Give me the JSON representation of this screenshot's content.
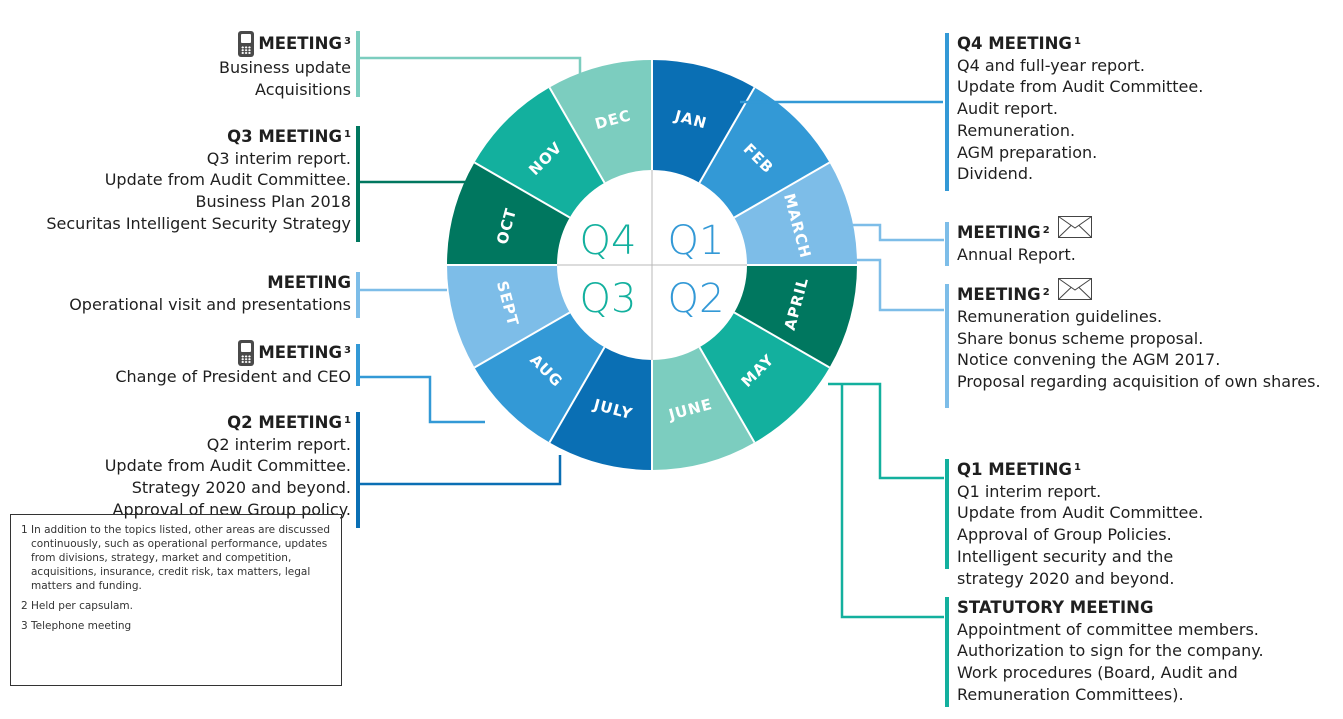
{
  "colors": {
    "dark_blue": "#0a6fb4",
    "mid_blue": "#3399d6",
    "light_blue": "#7dbde8",
    "dark_green": "#00775f",
    "teal": "#13b09e",
    "light_teal": "#7ccdbf"
  },
  "wheel": {
    "months": [
      "JAN",
      "FEB",
      "MARCH",
      "APRIL",
      "MAY",
      "JUNE",
      "JULY",
      "AUG",
      "SEPT",
      "OCT",
      "NOV",
      "DEC"
    ],
    "month_colors": [
      "#0a6fb4",
      "#3399d6",
      "#7dbde8",
      "#00775f",
      "#13b09e",
      "#7ccdbf",
      "#0a6fb4",
      "#3399d6",
      "#7dbde8",
      "#00775f",
      "#13b09e",
      "#7ccdbf"
    ],
    "quarters": [
      "Q1",
      "Q2",
      "Q3",
      "Q4"
    ]
  },
  "left_blocks": [
    {
      "title": "MEETING",
      "sup": "3",
      "icon": "phone-icon",
      "lines": [
        "Business update",
        "Acquisitions"
      ]
    },
    {
      "title": "Q3 MEETING",
      "sup": "1",
      "icon": "",
      "lines": [
        "Q3 interim report.",
        "Update from Audit Committee.",
        "Business Plan 2018",
        "Securitas Intelligent Security Strategy"
      ]
    },
    {
      "title": "MEETING",
      "sup": "",
      "icon": "",
      "lines": [
        "Operational visit and presentations"
      ]
    },
    {
      "title": "MEETING",
      "sup": "3",
      "icon": "phone-icon",
      "lines": [
        "Change of President and CEO"
      ]
    },
    {
      "title": "Q2 MEETING",
      "sup": "1",
      "icon": "",
      "lines": [
        "Q2 interim report.",
        "Update from Audit Committee.",
        "Strategy 2020 and beyond.",
        "Approval of new Group policy."
      ]
    }
  ],
  "right_blocks": [
    {
      "title": "Q4 MEETING",
      "sup": "1",
      "icon": "",
      "lines": [
        "Q4 and full-year report.",
        "Update from Audit Committee.",
        "Audit report.",
        "Remuneration.",
        "AGM preparation.",
        "Dividend."
      ]
    },
    {
      "title": "MEETING",
      "sup": "2",
      "icon": "envelope-icon",
      "lines": [
        "Annual Report."
      ]
    },
    {
      "title": "MEETING",
      "sup": "2",
      "icon": "envelope-icon",
      "lines": [
        "Remuneration guidelines.",
        "Share bonus scheme proposal.",
        "Notice convening the AGM 2017.",
        "Proposal regarding acquisition of own shares."
      ]
    },
    {
      "title": "Q1 MEETING",
      "sup": "1",
      "icon": "",
      "lines": [
        "Q1 interim report.",
        "Update from Audit Committee.",
        "Approval of Group Policies.",
        "Intelligent security and the",
        "strategy 2020 and beyond."
      ]
    },
    {
      "title": "STATUTORY MEETING",
      "sup": "",
      "icon": "",
      "lines": [
        "Appointment of committee members.",
        "Authorization to sign for the company.",
        "Work procedures (Board, Audit and",
        "Remuneration Committees)."
      ]
    }
  ],
  "footnotes": [
    "1 In addition to the topics listed, other areas are discussed continuously, such as operational performance, updates from divisions, strategy, market and competition, acquisitions, insurance, credit risk, tax matters, legal matters and funding.",
    "2 Held per capsulam.",
    "3 Telephone meeting"
  ]
}
